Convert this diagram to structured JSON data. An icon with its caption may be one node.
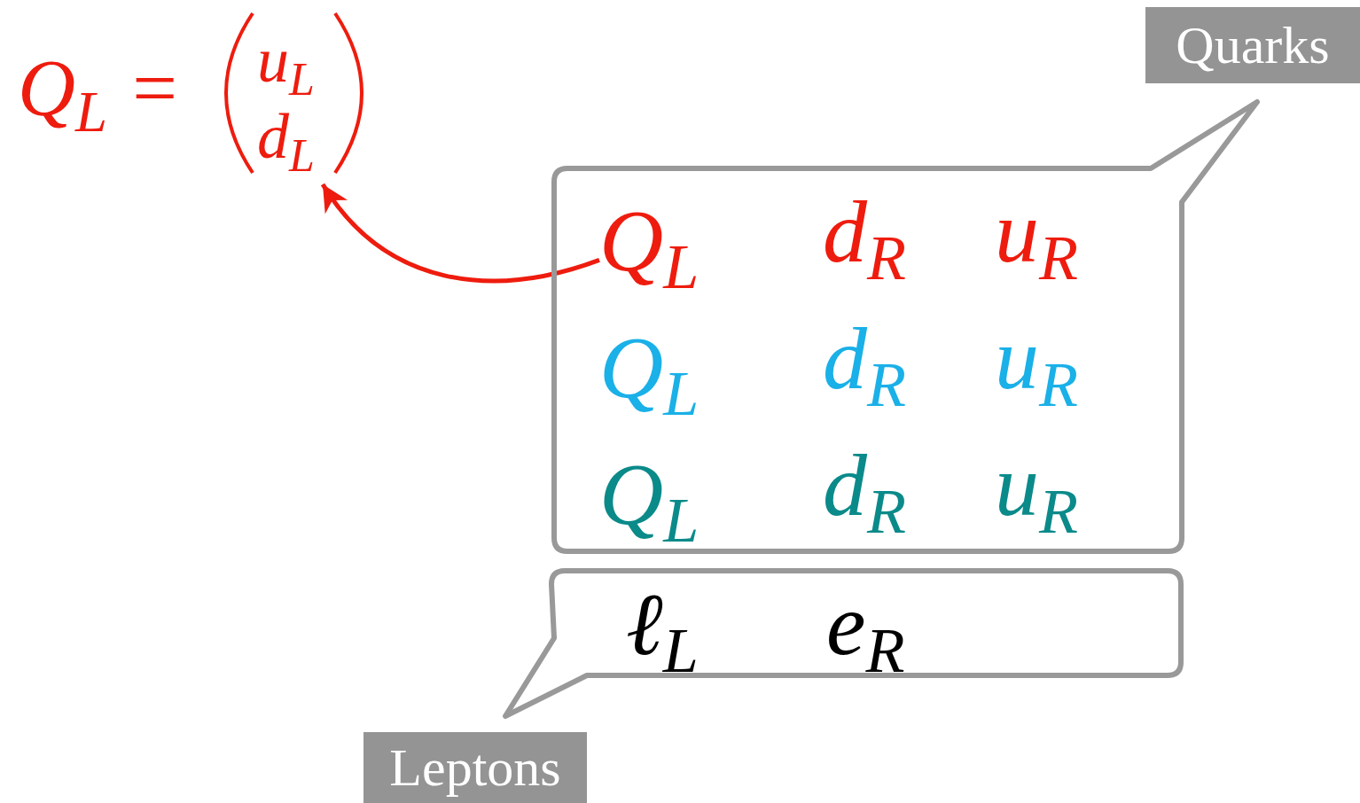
{
  "diagram": {
    "nodes": [
      {
        "text": [
          "Q$_{L}$ =",
          "u$_{L}$",
          "d$_{L}$"
        ]
      },
      {
        "text": [
          "Quarks"
        ]
      },
      {
        "text": [
          "Q$_{L}$"
        ],
        "in": 1
      },
      {
        "text": [
          "d$_{R}$"
        ],
        "in": 1
      },
      {
        "text": [
          "u$_{R}$"
        ],
        "in": 1
      },
      {
        "text": [
          "Q$_{L}$"
        ],
        "in": 1
      },
      {
        "text": [
          "d$_{R}$"
        ],
        "in": 1
      },
      {
        "text": [
          "u$_{R}$"
        ],
        "in": 1
      },
      {
        "text": [
          "Q$_{L}$"
        ],
        "in": 1
      },
      {
        "text": [
          "d$_{R}$"
        ],
        "in": 1
      },
      {
        "text": [
          "u$_{R}$"
        ],
        "in": 1
      },
      {
        "text": [
          "Leptons"
        ]
      },
      {
        "text": [
          "ℓ$_{L}$"
        ],
        "in": 11
      },
      {
        "text": [
          "e$_{R}$"
        ],
        "in": 11
      }
    ],
    "edges": [
      {
        "from": 2,
        "to": 0,
        "arrow": "to",
        "color": "#ee1c0e"
      }
    ]
  }
}
